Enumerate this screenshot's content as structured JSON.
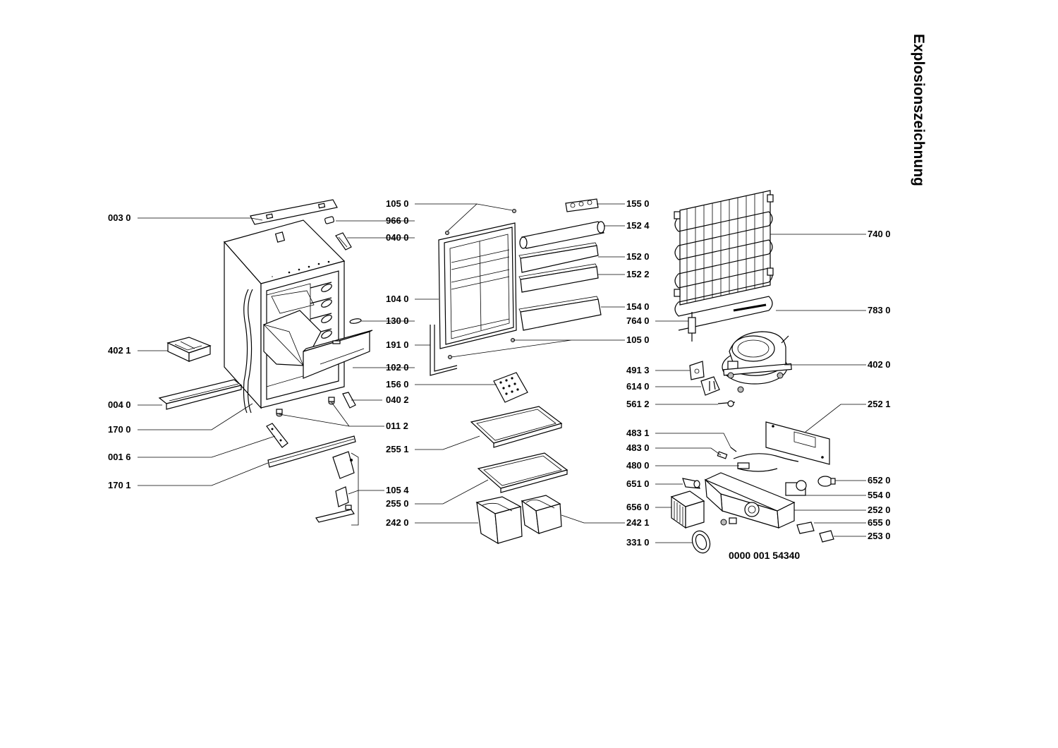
{
  "title": "Explosionszeichnung",
  "document_number": "0000 001 54340",
  "parts": {
    "p003_0": "003 0",
    "p966_0": "966 0",
    "p040_0": "040 0",
    "p130_0": "130 0",
    "p402_1": "402 1",
    "p102_0": "102 0",
    "p004_0": "004 0",
    "p040_2": "040 2",
    "p170_0": "170 0",
    "p011_2": "011 2",
    "p001_6": "001 6",
    "p170_1": "170 1",
    "p105_4": "105 4",
    "p105_0_top": "105 0",
    "p104_0": "104 0",
    "p191_0": "191 0",
    "p156_0": "156 0",
    "p255_1": "255 1",
    "p255_0": "255 0",
    "p242_0": "242 0",
    "p155_0": "155 0",
    "p152_4": "152 4",
    "p152_0": "152 0",
    "p152_2": "152 2",
    "p154_0": "154 0",
    "p764_0": "764 0",
    "p105_0_mid": "105 0",
    "p242_1": "242 1",
    "p740_0": "740 0",
    "p783_0": "783 0",
    "p402_0": "402 0",
    "p491_3": "491 3",
    "p614_0": "614 0",
    "p561_2": "561 2",
    "p252_1": "252 1",
    "p483_1": "483 1",
    "p483_0": "483 0",
    "p480_0": "480 0",
    "p651_0": "651 0",
    "p652_0": "652 0",
    "p554_0": "554 0",
    "p656_0": "656 0",
    "p252_0": "252 0",
    "p655_0": "655 0",
    "p331_0": "331 0",
    "p253_0": "253 0"
  }
}
